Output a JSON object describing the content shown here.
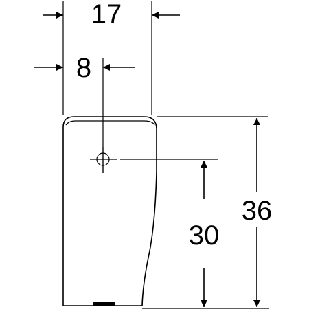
{
  "dimensions": {
    "width_total": "17",
    "offset_center": "8",
    "height_inlet": "30",
    "height_total": "36"
  },
  "colors": {
    "stroke": "#000000",
    "background": "#ffffff"
  }
}
